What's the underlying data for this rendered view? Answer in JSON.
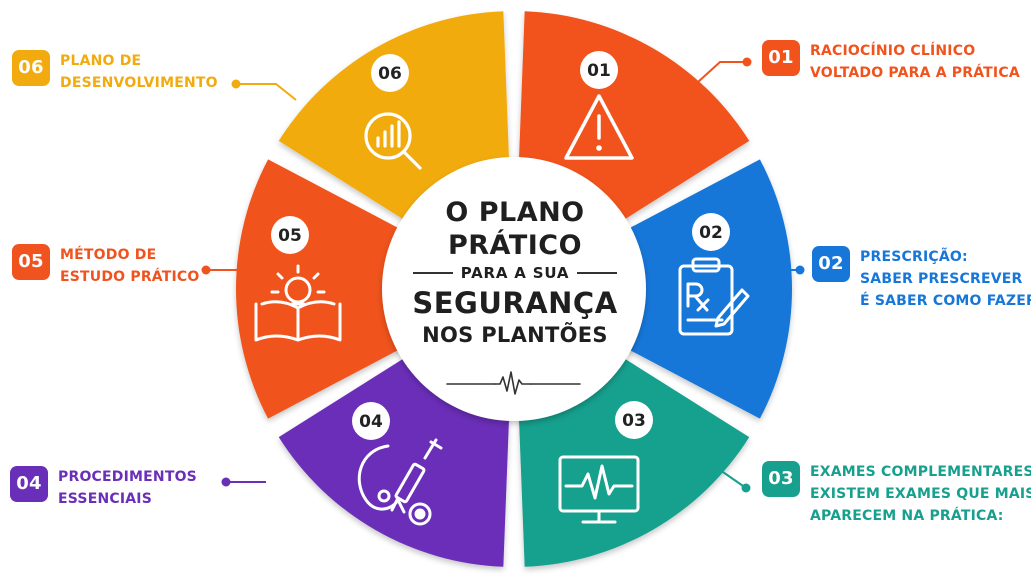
{
  "center": {
    "line1": "O PLANO",
    "line2": "PRÁTICO",
    "line3": "PARA A SUA",
    "line4": "SEGURANÇA",
    "line5": "NOS PLANTÕES"
  },
  "segments": [
    {
      "number": "01",
      "color": "#f2531c",
      "icon": "warning-triangle-icon"
    },
    {
      "number": "02",
      "color": "#1677d9",
      "icon": "prescription-clipboard-icon"
    },
    {
      "number": "03",
      "color": "#17a08e",
      "icon": "heart-monitor-icon"
    },
    {
      "number": "04",
      "color": "#6a2fb8",
      "icon": "syringe-stethoscope-icon"
    },
    {
      "number": "05",
      "color": "#f0531e",
      "icon": "lightbulb-book-icon"
    },
    {
      "number": "06",
      "color": "#f2ab0f",
      "icon": "chart-magnifier-icon"
    }
  ],
  "labels": [
    {
      "number": "01",
      "color": "#f2531c",
      "lines": [
        "RACIOCÍNIO CLÍNICO",
        "VOLTADO PARA A PRÁTICA"
      ]
    },
    {
      "number": "02",
      "color": "#1677d9",
      "lines": [
        "PRESCRIÇÃO:",
        "SABER PRESCREVER",
        "É SABER COMO FAZER."
      ]
    },
    {
      "number": "03",
      "color": "#17a08e",
      "lines": [
        "EXAMES COMPLEMENTARES:",
        "EXISTEM EXAMES QUE MAIS",
        "APARECEM NA PRÁTICA:"
      ]
    },
    {
      "number": "04",
      "color": "#6a2fb8",
      "lines": [
        "PROCEDIMENTOS",
        "ESSENCIAIS"
      ]
    },
    {
      "number": "05",
      "color": "#f0531e",
      "lines": [
        "MÉTODO DE",
        "ESTUDO PRÁTICO"
      ]
    },
    {
      "number": "06",
      "color": "#f2ab0f",
      "lines": [
        "PLANO DE",
        "DESENVOLVIMENTO"
      ]
    }
  ]
}
